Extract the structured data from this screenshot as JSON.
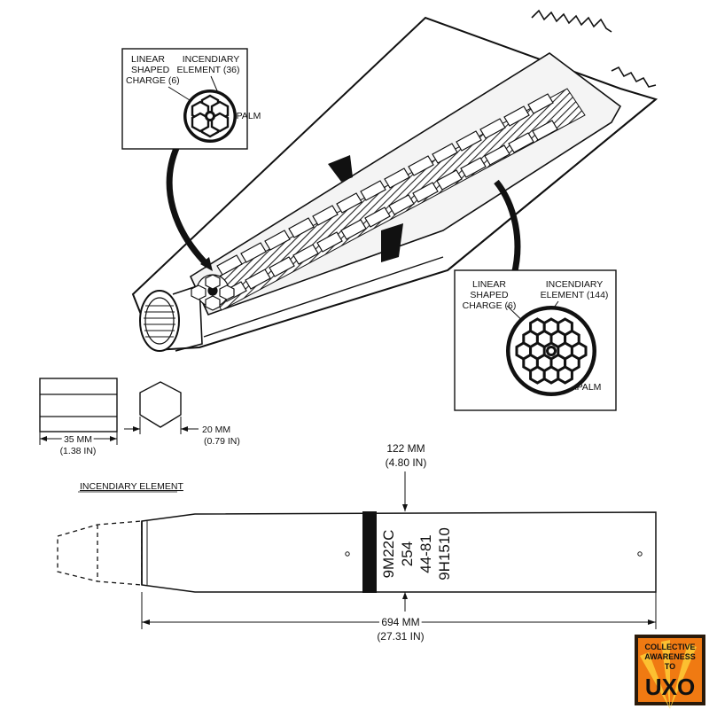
{
  "inset_small": {
    "linear_shaped_charge": [
      "LINEAR",
      "SHAPED",
      "CHARGE (6)"
    ],
    "incendiary_element": [
      "INCENDIARY",
      "ELEMENT (36)"
    ],
    "napalm": "NAPALM"
  },
  "inset_large": {
    "linear_shaped_charge": [
      "LINEAR",
      "SHAPED",
      "CHARGE (6)"
    ],
    "incendiary_element": [
      "INCENDIARY",
      "ELEMENT (144)"
    ],
    "napalm": "NAPALM"
  },
  "element_dims": {
    "length_mm": "35 MM",
    "length_in": "(1.38 IN)",
    "width_mm": "20 MM",
    "width_in": "(0.79 IN)",
    "caption": "INCENDIARY ELEMENT"
  },
  "projectile": {
    "band_mm": "122 MM",
    "band_in": "(4.80 IN)",
    "markings": [
      "9M22C",
      "254",
      "44-81",
      "9H1510"
    ],
    "length_mm": "694 MM",
    "length_in": "(27.31 IN)"
  },
  "logo": {
    "lines": [
      "COLLECTIVE",
      "AWARENESS",
      "TO",
      "UXO"
    ],
    "colors": {
      "bg": "#f07a12",
      "frame": "#2a1a0a",
      "accent": "#ffd23a"
    }
  }
}
